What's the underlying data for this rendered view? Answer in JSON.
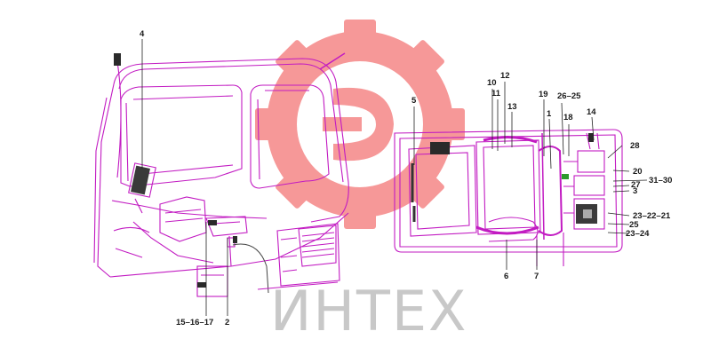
{
  "diagram": {
    "callouts": [
      {
        "key": "c4",
        "text": "4"
      },
      {
        "key": "c5",
        "text": "5"
      },
      {
        "key": "c10",
        "text": "10"
      },
      {
        "key": "c11",
        "text": "11"
      },
      {
        "key": "c12",
        "text": "12"
      },
      {
        "key": "c13",
        "text": "13"
      },
      {
        "key": "c19",
        "text": "19"
      },
      {
        "key": "c26_25",
        "text": "26–25"
      },
      {
        "key": "c1",
        "text": "1"
      },
      {
        "key": "c18",
        "text": "18"
      },
      {
        "key": "c14",
        "text": "14"
      },
      {
        "key": "c28",
        "text": "28"
      },
      {
        "key": "c20",
        "text": "20"
      },
      {
        "key": "c31_30",
        "text": "31–30"
      },
      {
        "key": "c27",
        "text": "27"
      },
      {
        "key": "c3",
        "text": "3"
      },
      {
        "key": "c23_22_21",
        "text": "23–22–21"
      },
      {
        "key": "c25b",
        "text": "25"
      },
      {
        "key": "c23_24",
        "text": "23–24"
      },
      {
        "key": "c6",
        "text": "6"
      },
      {
        "key": "c7",
        "text": "7"
      },
      {
        "key": "c15_16_17",
        "text": "15–16–17"
      },
      {
        "key": "c2",
        "text": "2"
      }
    ],
    "line_color": "#c21bc2",
    "watermark": {
      "text": "ИНТЕХ",
      "logo": "gear-logo",
      "color": "#e83a3a"
    }
  }
}
